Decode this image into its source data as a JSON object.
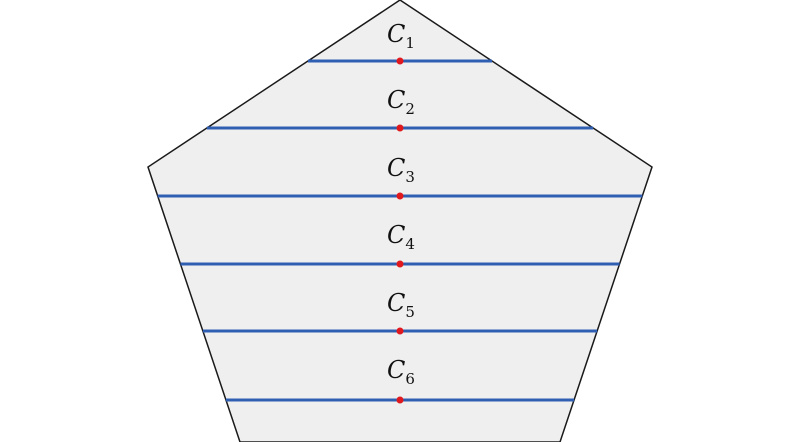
{
  "diagram": {
    "shape": "pentagon",
    "fill_color": "#efefef",
    "outline_color": "#1a1a1a",
    "line_color": "#2f5fb3",
    "point_color": "#e0191e",
    "regions": [
      {
        "letter": "C",
        "index": "1"
      },
      {
        "letter": "C",
        "index": "2"
      },
      {
        "letter": "C",
        "index": "3"
      },
      {
        "letter": "C",
        "index": "4"
      },
      {
        "letter": "C",
        "index": "5"
      },
      {
        "letter": "C",
        "index": "6"
      }
    ]
  }
}
